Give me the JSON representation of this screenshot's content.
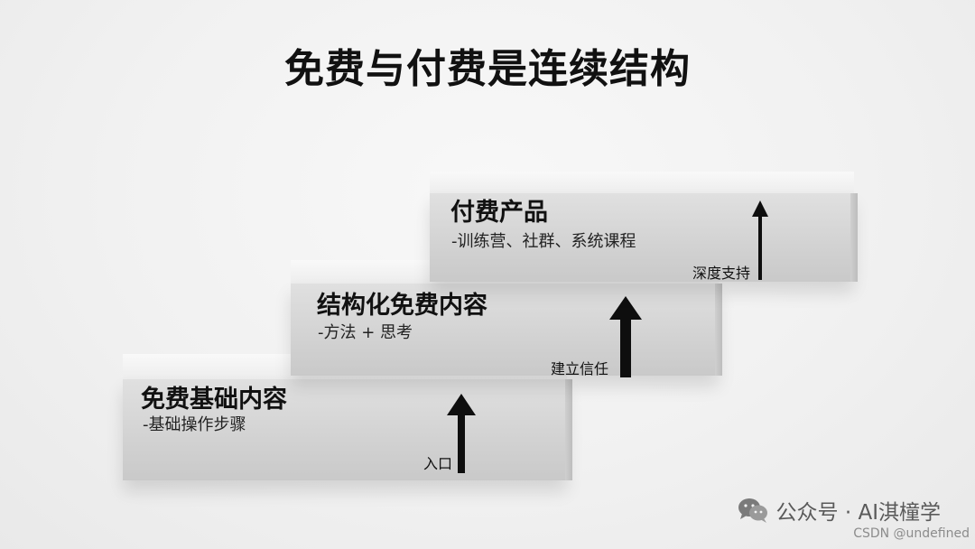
{
  "title": "免费与付费是连续结构",
  "steps": [
    {
      "title": "免费基础内容",
      "subtitle": "-基础操作步骤",
      "label": "入口"
    },
    {
      "title": "结构化免费内容",
      "subtitle": "-方法 + 思考",
      "label": "建立信任"
    },
    {
      "title": "付费产品",
      "subtitle": "-训练营、社群、系统课程",
      "label": "深度支持"
    }
  ],
  "footer": {
    "icon": "wechat-icon",
    "text": "公众号 · AI淇橦学"
  },
  "credit": "CSDN @undefined"
}
